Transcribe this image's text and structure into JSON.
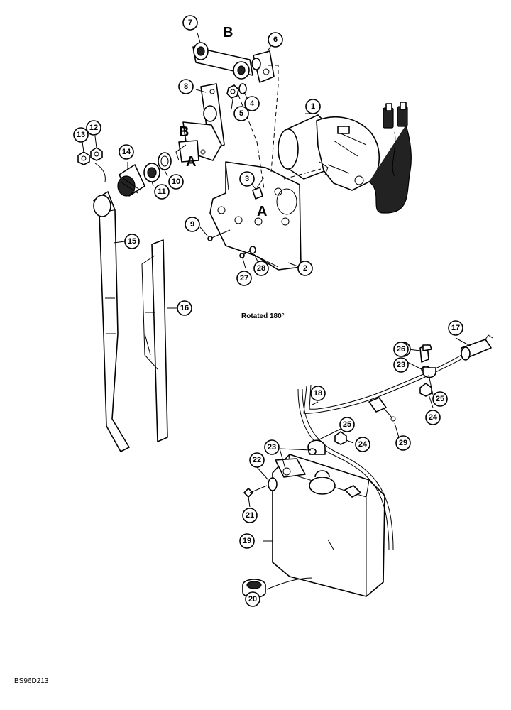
{
  "diagram": {
    "note": "Rotated 180°",
    "figure_code": "BS96D213",
    "letters": {
      "b_top": "B",
      "b_mid": "B",
      "a_shaft": "A",
      "a_plate": "A"
    },
    "callouts": [
      "1",
      "2",
      "3",
      "4",
      "5",
      "6",
      "7",
      "8",
      "9",
      "10",
      "11",
      "12",
      "13",
      "14",
      "15",
      "16",
      "17",
      "18",
      "19",
      "20",
      "21",
      "22",
      "23",
      "23",
      "23",
      "24",
      "24",
      "25",
      "25",
      "26",
      "27",
      "28",
      "29"
    ]
  }
}
